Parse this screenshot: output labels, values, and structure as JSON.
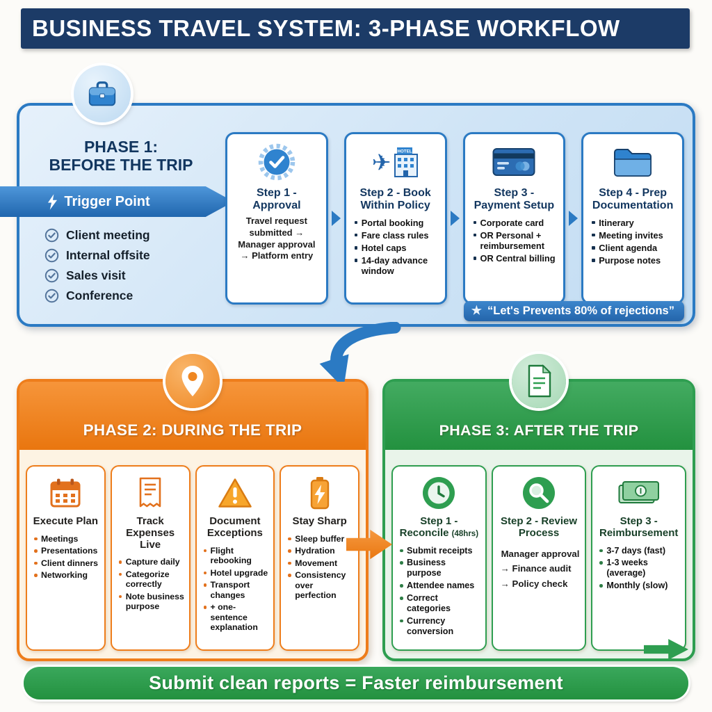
{
  "header": {
    "title": "BUSINESS TRAVEL SYSTEM: 3-PHASE WORKFLOW"
  },
  "colors": {
    "header_navy": "#1c3b67",
    "phase1_blue": "#2b7ac3",
    "phase2_orange": "#ee7d1b",
    "phase3_green": "#2e9e50"
  },
  "icons": {
    "star": "★",
    "plane": "✈",
    "hotel_sign": "HOTEL"
  },
  "phase1": {
    "title_line1": "PHASE 1:",
    "title_line2": "BEFORE THE TRIP",
    "trigger_label": "Trigger Point",
    "checklist": [
      "Client meeting",
      "Internal offsite",
      "Sales visit",
      "Conference"
    ],
    "steps": [
      {
        "title": "Step 1 - Approval",
        "text": "Travel request submitted → Manager approval → Platform entry"
      },
      {
        "title": "Step 2 - Book Within Policy",
        "bullets": [
          "Portal booking",
          "Fare class rules",
          "Hotel caps",
          "14-day advance window"
        ]
      },
      {
        "title": "Step 3 - Payment Setup",
        "bullets": [
          "Corporate card",
          "OR Personal + reimbursement",
          "OR Central billing"
        ]
      },
      {
        "title": "Step 4 - Prep Documentation",
        "bullets": [
          "Itinerary",
          "Meeting invites",
          "Client agenda",
          "Purpose notes"
        ]
      }
    ],
    "note": "“Let's Prevents 80% of rejections”"
  },
  "phase2": {
    "title": "PHASE 2: DURING THE TRIP",
    "cards": [
      {
        "title": "Execute Plan",
        "bullets": [
          "Meetings",
          "Presentations",
          "Client dinners",
          "Networking"
        ]
      },
      {
        "title": "Track Expenses Live",
        "bullets": [
          "Capture daily",
          "Categorize correctly",
          "Note business purpose"
        ]
      },
      {
        "title": "Document Exceptions",
        "bullets": [
          "Flight rebooking",
          "Hotel upgrade",
          "Transport changes",
          "+ one-sentence explanation"
        ]
      },
      {
        "title": "Stay Sharp",
        "bullets": [
          "Sleep buffer",
          "Hydration",
          "Movement",
          "Consistency over perfection"
        ]
      }
    ]
  },
  "phase3": {
    "title": "PHASE 3: AFTER THE TRIP",
    "cards": [
      {
        "title": "Step 1 - Reconcile",
        "title_suffix": "(48hrs)",
        "bullets": [
          "Submit receipts",
          "Business purpose",
          "Attendee names",
          "Correct categories",
          "Currency conversion"
        ]
      },
      {
        "title": "Step 2 - Review Process",
        "lines": [
          "Manager approval",
          "→ Finance audit",
          "→ Policy check"
        ]
      },
      {
        "title": "Step 3 - Reimbursement",
        "bullets": [
          "3-7 days (fast)",
          "1-3 weeks (average)",
          "Monthly (slow)"
        ]
      }
    ]
  },
  "footer": {
    "text": "Submit clean reports = Faster reimbursement"
  }
}
